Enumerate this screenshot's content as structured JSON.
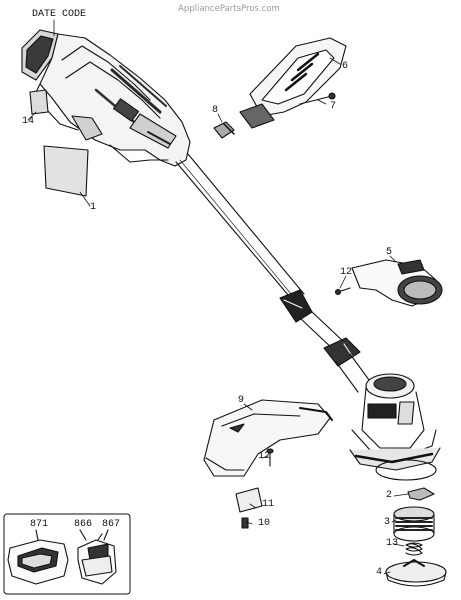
{
  "watermark": "AppliancePartsPros.com",
  "date_code_label": "DATE CODE",
  "callouts": {
    "p1": "1",
    "p2": "2",
    "p3": "3",
    "p4": "4",
    "p5": "5",
    "p6": "6",
    "p7": "7",
    "p8": "8",
    "p9": "9",
    "p10": "10",
    "p11": "11",
    "p12a": "12",
    "p12b": "12",
    "p13": "13",
    "p14": "14",
    "p866": "866",
    "p867": "867",
    "p871": "871"
  }
}
